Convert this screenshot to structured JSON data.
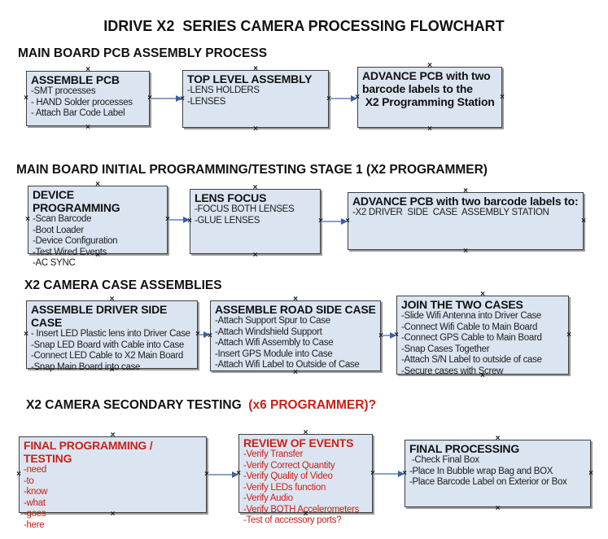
{
  "title": "IDRIVE X2  SERIES CAMERA PROCESSING FLOWCHART",
  "icons": {
    "handle": "×",
    "arrow_head": "triangle-right"
  },
  "colors": {
    "box_fill": "#dbe5f1",
    "box_border": "#3f3f3f",
    "arrow_line": "#8ba1c4",
    "arrow_head": "#3a5fa8",
    "red_text": "#cc2018",
    "black_text": "#111111"
  },
  "sections": [
    {
      "header": "MAIN BOARD PCB ASSEMBLY PROCESS",
      "boxes": [
        {
          "title": "ASSEMBLE PCB",
          "items": [
            "-SMT processes",
            "- HAND Solder processes",
            "- Attach Bar Code Label"
          ]
        },
        {
          "title": "TOP LEVEL ASSEMBLY",
          "items": [
            "-LENS HOLDERS",
            "-LENSES"
          ]
        },
        {
          "title": "ADVANCE PCB with two\nbarcode labels to the\n X2 Programming Station",
          "items": []
        }
      ]
    },
    {
      "header": "MAIN BOARD INITIAL PROGRAMMING/TESTING STAGE 1 (X2 PROGRAMMER)",
      "boxes": [
        {
          "title": "DEVICE PROGRAMMING",
          "items": [
            "-Scan Barcode",
            "-Boot Loader",
            "-Device Configuration",
            "-Test Wired Events",
            "-AC SYNC"
          ]
        },
        {
          "title": "LENS FOCUS",
          "items": [
            "-FOCUS BOTH LENSES",
            "-GLUE LENSES"
          ]
        },
        {
          "title": "ADVANCE PCB with two barcode labels to:",
          "items": [
            "-X2 DRIVER  SIDE  CASE  ASSEMBLY STATION"
          ]
        }
      ]
    },
    {
      "header": "X2 CAMERA CASE ASSEMBLIES",
      "boxes": [
        {
          "title": "ASSEMBLE DRIVER SIDE CASE",
          "items": [
            "- Insert LED Plastic lens into Driver Case",
            "-Snap LED Board with Cable into Case",
            "-Connect LED Cable to X2 Main Board",
            "-Snap Main Board into case"
          ]
        },
        {
          "title": "ASSEMBLE ROAD SIDE CASE",
          "items": [
            "-Attach Support Spur to Case",
            "-Attach Windshield Support",
            "-Attach Wifi Assembly to Case",
            "-Insert GPS Module into Case",
            "-Attach Wifi Label to Outside of Case"
          ]
        },
        {
          "title": "JOIN THE TWO CASES",
          "items": [
            "-Slide Wifi Antenna into Driver Case",
            "-Connect Wifi Cable to Main Board",
            "-Connect GPS Cable to Main Board",
            "-Snap Cases Together",
            "-Attach S/N Label to outside of case",
            "-Secure cases with Screw"
          ]
        }
      ]
    },
    {
      "header": "X2 CAMERA SECONDARY TESTING ",
      "header_red": " (x6 PROGRAMMER)?",
      "boxes": [
        {
          "title": "FINAL PROGRAMMING / TESTING",
          "items": [
            "-need",
            "-to",
            "-know",
            "-what",
            "-goes",
            "-here"
          ]
        },
        {
          "title": "REVIEW OF EVENTS",
          "items": [
            "-Verify Transfer",
            "-Verify Correct Quantity",
            "-Verify Quality of Video",
            "-Verify LEDs function",
            "-Verify Audio",
            "-Verify BOTH Accelerometers",
            "-Test of accessory ports?"
          ]
        },
        {
          "title": "FINAL PROCESSING",
          "items": [
            " -Check Final Box",
            "-Place In Bubble wrap Bag and BOX",
            "-Place Barcode Label on Exterior or Box"
          ]
        }
      ]
    }
  ]
}
